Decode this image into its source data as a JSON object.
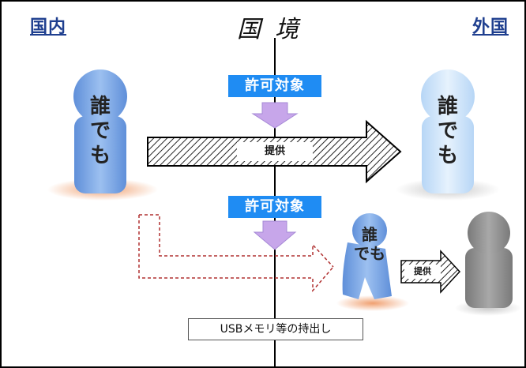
{
  "labels": {
    "domestic": "国内",
    "foreign": "外国",
    "border": "国境",
    "permitted_top": "許可対象",
    "permitted_bottom": "許可対象",
    "anyone_left": "誰\nでも",
    "anyone_right": "誰\nでも",
    "anyone_walking": "誰\nでも",
    "provide_big": "提供",
    "provide_small": "提供",
    "usb": "USBメモリ等の持出し"
  },
  "colors": {
    "badge": "#1f8cf3",
    "person_left": "#7fa9e6",
    "person_right": "#cfe6fb",
    "person_gray": "#8c8c8c",
    "dashed": "#b03030",
    "shadow": "#f3b48c",
    "purple_arrow": "#c7a6ea"
  }
}
